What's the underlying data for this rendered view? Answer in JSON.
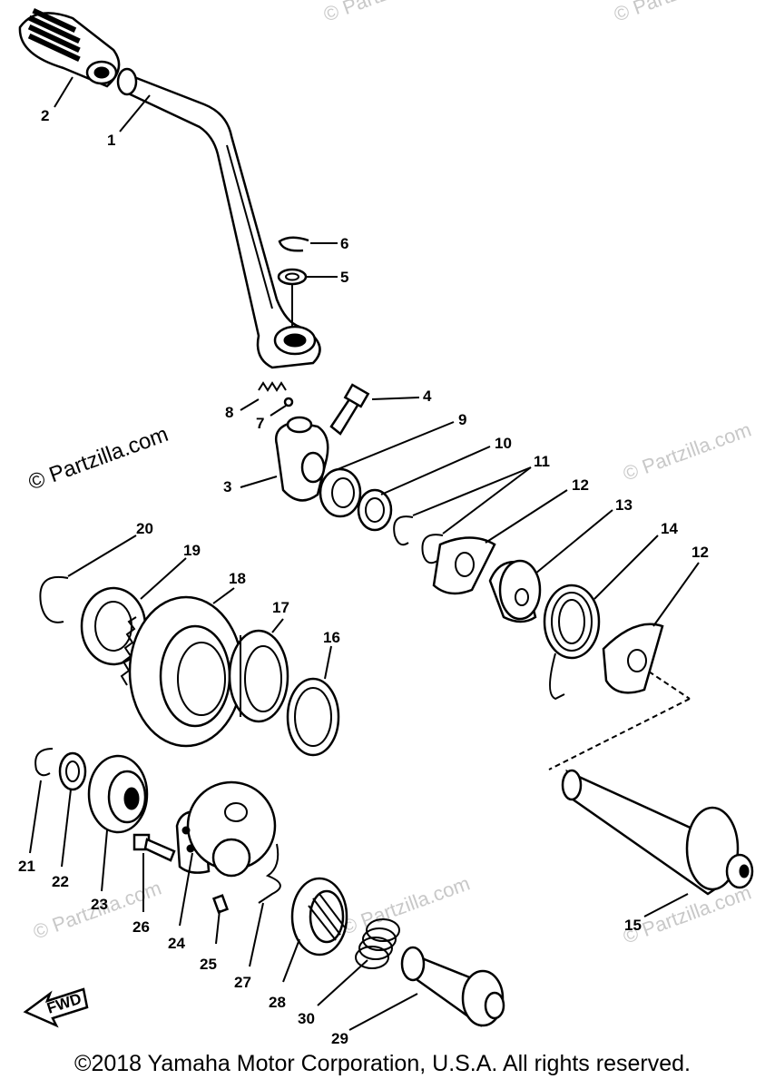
{
  "watermark": "© Partzilla.com",
  "copyright": "©2018 Yamaha Motor Corporation, U.S.A. All rights reserved.",
  "fwd_label": "FWD",
  "callouts": [
    "1",
    "2",
    "3",
    "4",
    "5",
    "6",
    "7",
    "8",
    "9",
    "10",
    "11",
    "11",
    "12",
    "12",
    "13",
    "14",
    "15",
    "16",
    "17",
    "18",
    "19",
    "20",
    "21",
    "22",
    "23",
    "24",
    "25",
    "26",
    "27",
    "28",
    "29",
    "30"
  ]
}
